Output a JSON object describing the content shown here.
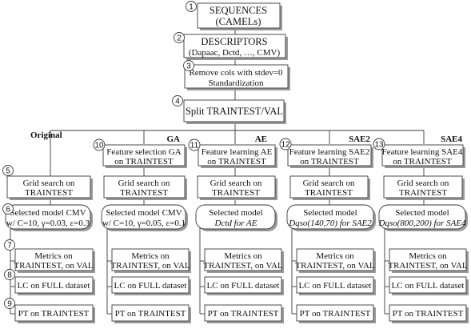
{
  "pipeline": {
    "sequences": {
      "num": "1",
      "line1": "SEQUENCES",
      "line2": "(CAMELs)"
    },
    "descriptors": {
      "num": "2",
      "line1": "DESCRIPTORS",
      "line2": "(Dapaac, Dctd, …, CMV)"
    },
    "remove": {
      "num": "3",
      "line1": "Remove cols with stdev=0",
      "line2": "Standardization"
    },
    "split": {
      "num": "4",
      "label": "Split TRAINTEST/VAL"
    }
  },
  "columns": [
    {
      "header": "Original",
      "fs_num": "",
      "fs_line1": "",
      "fs_line2": "",
      "grid_line1": "Grid search on",
      "grid_line2": "TRAINTEST",
      "model_line1": "Selected model CMV",
      "model_line2": "w/ C=10, γ=0.03, ε=0.3",
      "metrics_line1": "Metrics on",
      "metrics_line2": "TRAINTEST, on VAL",
      "lc": "LC on FULL dataset",
      "pt": "PT  on TRAINTEST"
    },
    {
      "header": "GA",
      "fs_num": "10",
      "fs_line1": "Feature selection GA",
      "fs_line2": "on TRAINTEST",
      "grid_line1": "Grid search on",
      "grid_line2": "TRAINTEST",
      "model_line1": "Selected model CMV",
      "model_line2": "w/ C=10, γ=0.05, ε=0.1",
      "metrics_line1": "Metrics on",
      "metrics_line2": "TRAINTEST, on VAL",
      "lc": "LC on FULL dataset",
      "pt": "PT  on TRAINTEST"
    },
    {
      "header": "AE",
      "fs_num": "11",
      "fs_line1": "Feature learning AE",
      "fs_line2": "on TRAINTEST",
      "grid_line1": "Grid search on",
      "grid_line2": "TRAINTEST",
      "model_line1": "Selected model",
      "model_line2": "Dctd for AE",
      "metrics_line1": "Metrics on",
      "metrics_line2": "TRAINTEST, on VAL",
      "lc": "LC on FULL dataset",
      "pt": "PT  on TRAINTEST"
    },
    {
      "header": "SAE2",
      "fs_num": "12",
      "fs_line1": "Feature learning SAE2",
      "fs_line2": "on TRAINTEST",
      "grid_line1": "Grid search on",
      "grid_line2": "TRAINTEST",
      "model_line1": "Selected model",
      "model_line2": "Dqso(140,70) for SAE2",
      "metrics_line1": "Metrics on",
      "metrics_line2": "TRAINTEST, on VAL",
      "lc": "LC on FULL dataset",
      "pt": "PT  on TRAINTEST"
    },
    {
      "header": "SAE4",
      "fs_num": "13",
      "fs_line1": "Feature learning SAE4",
      "fs_line2": "on TRAINTEST",
      "grid_line1": "Grid search on",
      "grid_line2": "TRAINTEST",
      "model_line1": "Selected model",
      "model_line2": "Dqso(800,200) for SAE4",
      "metrics_line1": "Metrics on",
      "metrics_line2": "TRAINTEST, on VAL",
      "lc": "LC on FULL dataset",
      "pt": "PT  on TRAINTEST"
    }
  ],
  "row_numbers": {
    "grid": "5",
    "model": "6",
    "metrics": "7",
    "lc": "8",
    "pt": "9"
  }
}
